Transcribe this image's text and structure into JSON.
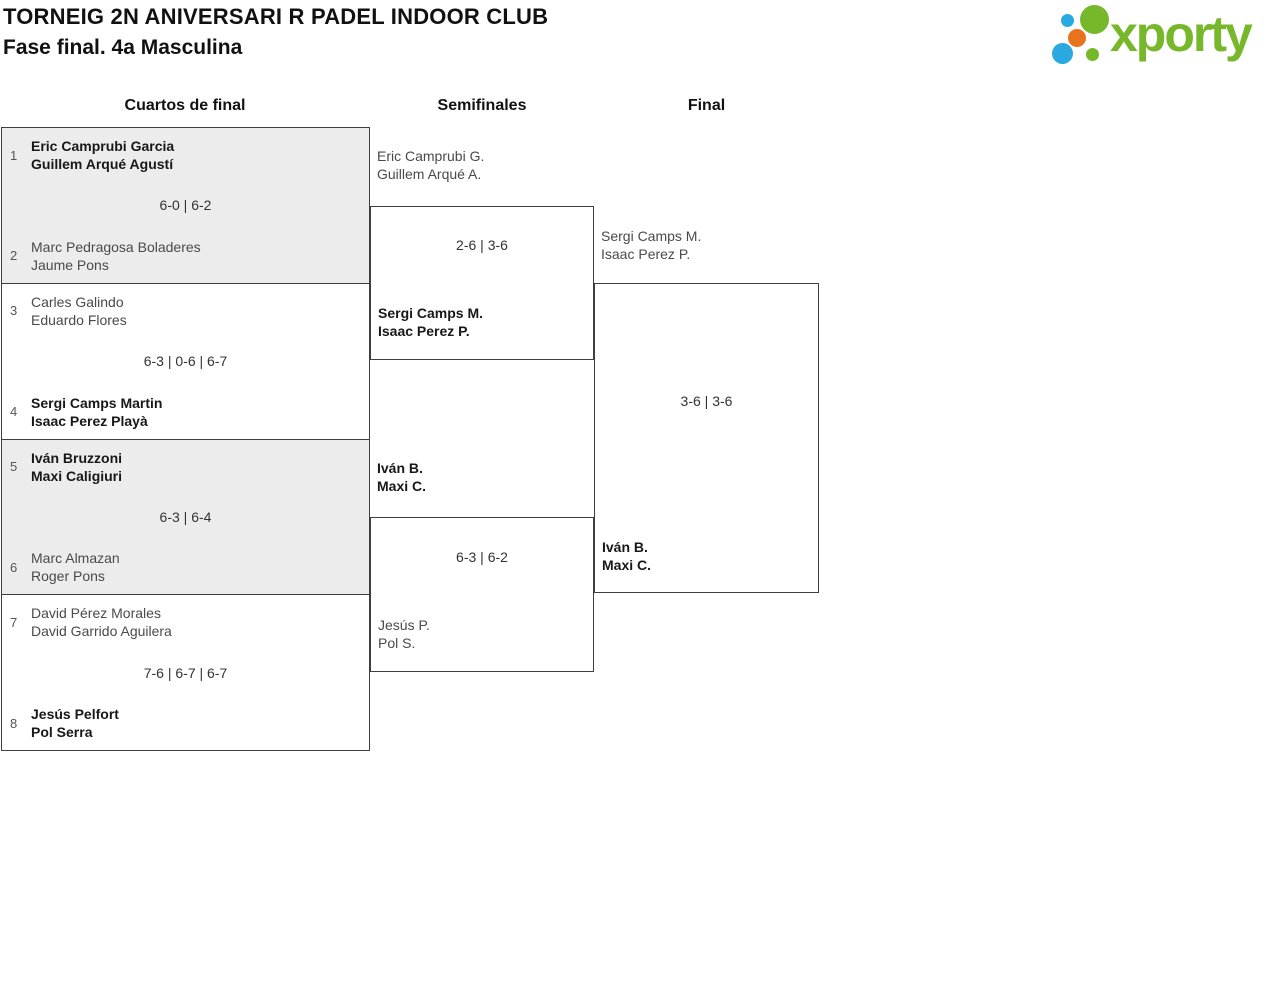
{
  "header": {
    "title": "TORNEIG 2N ANIVERSARI R PADEL INDOOR CLUB",
    "subtitle": "Fase final. 4a Masculina",
    "logo_text": "xporty"
  },
  "colors": {
    "logo_green": "#76b82a",
    "logo_blue": "#29a9e0",
    "logo_orange": "#e8731c",
    "row_shade": "#ececec"
  },
  "rounds": [
    "Cuartos de final",
    "Semifinales",
    "Final"
  ],
  "quarterfinals": [
    {
      "seed_top": "1",
      "team_top": [
        "Eric Camprubi Garcia",
        "Guillem Arqué Agustí"
      ],
      "score": "6-0 | 6-2",
      "seed_bottom": "2",
      "team_bottom": [
        "Marc Pedragosa Boladeres",
        "Jaume Pons"
      ],
      "winner": "top"
    },
    {
      "seed_top": "3",
      "team_top": [
        "Carles Galindo",
        "Eduardo Flores"
      ],
      "score": "6-3 | 0-6 | 6-7",
      "seed_bottom": "4",
      "team_bottom": [
        "Sergi Camps Martin",
        "Isaac Perez Playà"
      ],
      "winner": "bottom"
    },
    {
      "seed_top": "5",
      "team_top": [
        "Iván Bruzzoni",
        "Maxi Caligiuri"
      ],
      "score": "6-3 | 6-4",
      "seed_bottom": "6",
      "team_bottom": [
        "Marc Almazan",
        "Roger Pons"
      ],
      "winner": "top"
    },
    {
      "seed_top": "7",
      "team_top": [
        "David Pérez Morales",
        "David Garrido Aguilera"
      ],
      "score": "7-6 | 6-7 | 6-7",
      "seed_bottom": "8",
      "team_bottom": [
        "Jesús Pelfort",
        "Pol Serra"
      ],
      "winner": "bottom"
    }
  ],
  "semifinals": [
    {
      "team_top": [
        "Eric Camprubi G.",
        "Guillem Arqué A."
      ],
      "score": "2-6 | 3-6",
      "team_bottom": [
        "Sergi Camps M.",
        "Isaac Perez P."
      ],
      "winner": "bottom"
    },
    {
      "team_top": [
        "Iván B.",
        "Maxi C."
      ],
      "score": "6-3 | 6-2",
      "team_bottom": [
        "Jesús P.",
        "Pol S."
      ],
      "winner": "top"
    }
  ],
  "final": {
    "team_top": [
      "Sergi Camps M.",
      "Isaac Perez P."
    ],
    "score": "3-6 | 3-6",
    "team_bottom": [
      "Iván B.",
      "Maxi C."
    ],
    "winner": "bottom"
  }
}
